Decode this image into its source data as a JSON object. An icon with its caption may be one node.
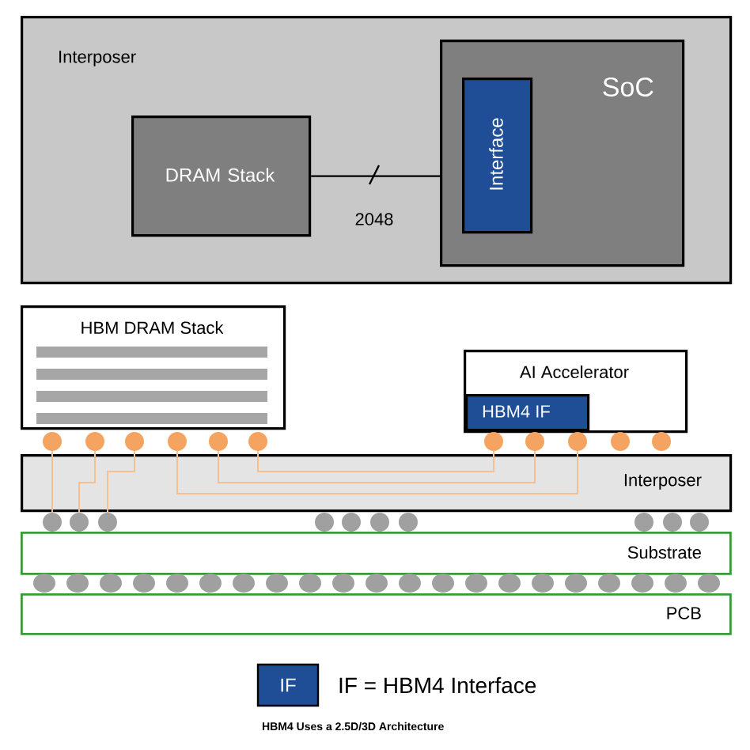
{
  "diagram": {
    "caption": "HBM4 Uses a 2.5D/3D Architecture",
    "nodes": [
      {
        "text": [
          "Interposer"
        ]
      },
      {
        "text": [
          "DRAM Stack"
        ],
        "in": 0
      },
      {
        "text": [
          "SoC"
        ],
        "in": 0
      },
      {
        "text": [
          "Interface"
        ],
        "in": 2
      },
      {
        "text": [
          "HBM DRAM Stack"
        ]
      },
      {
        "text": [
          "AI Accelerator"
        ]
      },
      {
        "text": [
          "HBM4 IF"
        ],
        "in": 5
      },
      {
        "text": [
          "Interposer"
        ]
      },
      {
        "text": [
          "Substrate"
        ]
      },
      {
        "text": [
          "PCB"
        ]
      }
    ],
    "edges": [
      {
        "from": 1,
        "to": 2,
        "arrow": "none",
        "label": "2048"
      }
    ],
    "labels": [
      "IF"
    ],
    "legend": [
      {
        "text": "IF = HBM4 Interface",
        "color": "#1f4e96"
      }
    ]
  }
}
